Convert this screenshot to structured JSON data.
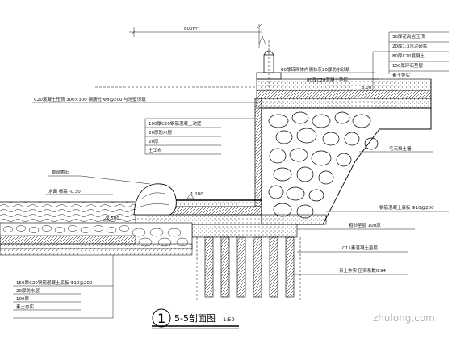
{
  "dimension": {
    "value": "800m²"
  },
  "callouts": {
    "top_right": [
      "30厚花岗岩压顶",
      "20厚1:3水泥砂浆",
      "80厚C20混凝土",
      "150厚碎石垫层",
      "素土夯实"
    ],
    "paving_top": "80厚砖砌体内侧抹灰20厚防水砂浆",
    "paving_second": "80厚C20混凝土垫层",
    "paving_small": "8.00",
    "left_long": "C20混凝土压顶 300×300 钢筋砼 Φ8@200 与池壁浇筑",
    "inner_list": [
      "100厚C20钢筋混凝土池壁",
      "20厚防水层",
      "20厚",
      "土工布"
    ],
    "rock": "景观置石",
    "water": "水面 标高 -0.30",
    "level_right": "1.200",
    "level_left": "2.500",
    "right_wall": "毛石挡土墙",
    "right_mid": "钢筋混凝土底板 Φ10@200",
    "right_low1": "粗砂垫层 100厚",
    "right_low2": "C15素混凝土垫层",
    "right_low3": "素土夯实 压实系数0.94",
    "bottom_list": [
      "150厚C20钢筋混凝土底板 Φ10@200",
      "20厚防水层",
      "100厚",
      "素土夯实"
    ]
  },
  "title": {
    "number": "1",
    "text": "5-5剖面图",
    "scale": "1:50"
  },
  "watermark": "zhulong.com"
}
